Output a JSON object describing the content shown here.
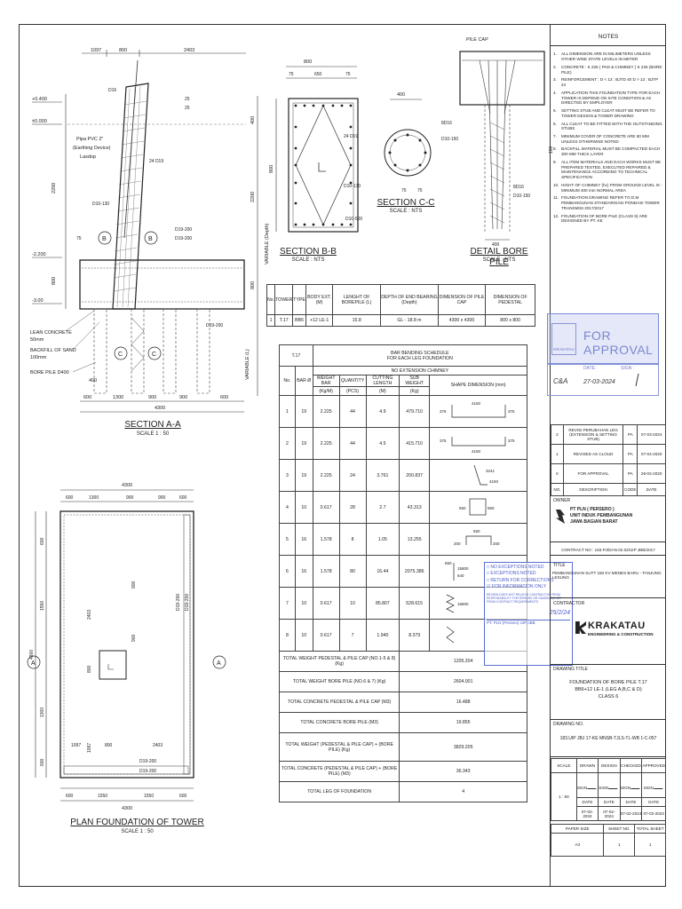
{
  "section_aa": {
    "title": "SECTION A-A",
    "scale": "SCALE 1 : 50",
    "top_dims": [
      "1097",
      "800",
      "2403"
    ],
    "levels": [
      "+0.400",
      "±0.000",
      "-2.200",
      "-3.00"
    ],
    "left_dims": [
      "2200",
      "800"
    ],
    "right_dims": [
      "400",
      "2200",
      "800"
    ],
    "right_labels": [
      "VARIABLE (Depth)",
      "VARIABLE (L)"
    ],
    "bottom_dims": [
      "600",
      "1300",
      "900",
      "900",
      "600"
    ],
    "bottom_total": "4300",
    "bar_small_dim": "400",
    "left_labels": [
      "Pipa PVC 2\"",
      "(Earthing Device)",
      "Lasdop"
    ],
    "callouts": [
      "D16",
      "24 D19",
      "D10-130",
      "D19-200",
      "D19-200",
      "D19-200",
      "25",
      "25",
      "75"
    ],
    "legend": [
      "LEAN CONCRETE",
      "50mm",
      "BACKFILL OF SAND",
      "100mm",
      "BORE PILE D400"
    ],
    "markers": [
      "B",
      "B",
      "C",
      "C"
    ]
  },
  "section_bb": {
    "title": "SECTION B-B",
    "scale": "SCALE : NTS",
    "top_dims": [
      "800",
      "75",
      "650",
      "75"
    ],
    "left_dim": "800",
    "callouts": [
      "24 D19",
      "D10-130",
      "D10-500"
    ]
  },
  "section_cc": {
    "title": "SECTION C-C",
    "scale": "SCALE : NTS",
    "dims": [
      "400",
      "75",
      "75"
    ],
    "callouts": [
      "8D16",
      "D10-150"
    ]
  },
  "detail_bore_pile": {
    "title": "DETAIL BORE PILE",
    "scale": "SCALE : NTS",
    "label_top": "PILE CAP",
    "dims": [
      "100",
      "400"
    ],
    "callouts": [
      "8D16",
      "D10-150"
    ]
  },
  "plan": {
    "title": "PLAN FOUNDATION OF TOWER",
    "scale": "SCALE 1 : 50",
    "top_total": "4300",
    "top_dims": [
      "600",
      "1300",
      "900",
      "900",
      "600"
    ],
    "bottom_dims": [
      "600",
      "1550",
      "1550",
      "600"
    ],
    "bottom_total": "4300",
    "left_dims": [
      "600",
      "1550",
      "1300",
      "600"
    ],
    "left_total": "4300",
    "inner_dims": [
      "2403",
      "800",
      "1097",
      "900",
      "900"
    ],
    "lower_dims": [
      "1097",
      "800",
      "2403"
    ],
    "callouts": [
      "D19-200",
      "D19-200",
      "D19-200",
      "D19-200"
    ],
    "markers": [
      "A",
      "A"
    ]
  },
  "tower_table": {
    "headers": [
      "No.",
      "TOWER",
      "TYPE",
      "BODY EXT. (M)",
      "LENGHT OF BOREPILE (L)",
      "DEPTH OF END BEARING (Depth)",
      "DIMENSION OF PILE CAP",
      "DIMENSION OF PEDESTAL"
    ],
    "rows": [
      [
        "1",
        "T.17",
        "BB6",
        "+12 LE-1",
        "15.8",
        "GL - 18.8 m",
        "4300 x 4300",
        "800 x 800"
      ]
    ]
  },
  "schedule": {
    "tower": "T.17",
    "title1": "BAR BENDING SCHEDULE",
    "title2": "FOR EACH LEG FOUNDATION",
    "title3": "NO EXTENSION CHIMNEY",
    "headers": [
      "No.",
      "BAR Ø",
      "WEIGHT BAR",
      "QUANTITY",
      "CUTTING LENGTH",
      "SUB WEIGHT",
      "SHAPE DIMENSION (mm)"
    ],
    "units": [
      "(Kg/M)",
      "(PCS)",
      "(M)",
      "(Kg)"
    ],
    "rows": [
      [
        "1",
        "19",
        "2.225",
        "44",
        "4.9",
        "479.710"
      ],
      [
        "2",
        "19",
        "2.225",
        "44",
        "4.5",
        "415.710"
      ],
      [
        "3",
        "19",
        "2.225",
        "24",
        "3.761",
        "200.837"
      ],
      [
        "4",
        "10",
        "0.617",
        "28",
        "2.7",
        "43.313"
      ],
      [
        "5",
        "16",
        "1.578",
        "8",
        "1.05",
        "13.255"
      ],
      [
        "6",
        "16",
        "1.578",
        "80",
        "16.44",
        "2075.386"
      ],
      [
        "7",
        "10",
        "0.617",
        "10",
        "85.807",
        "528.615"
      ],
      [
        "8",
        "10",
        "0.617",
        "7",
        "1.940",
        "8.379"
      ]
    ],
    "shape_labels": [
      "4150",
      "375",
      "375",
      "4150",
      "375",
      "375",
      "4150",
      "3241",
      "650",
      "650",
      "650",
      "200",
      "200",
      "650",
      "640",
      "15800",
      "15800"
    ],
    "totals": [
      [
        "TOTAL WEIGHT PEDESTAL & PILE CAP (NO.1-5 & 8) (Kg)",
        "1205.204"
      ],
      [
        "TOTAL WEIGHT BORE PILE (NO.6 & 7) (Kg)",
        "2604.001"
      ],
      [
        "TOTAL CONCRETE PEDESTAL & PILE CAP (M3)",
        "16.488"
      ],
      [
        "TOTAL CONCRETE BORE PILE (M3)",
        "19.855"
      ],
      [
        "TOTAL WEIGHT (PEDESTAL & PILE CAP) + (BORE PILE) (Kg)",
        "3829.205"
      ],
      [
        "TOTAL CONCRETE (PEDESTAL & PILE CAP) + (BORE PILE) (M3)",
        "36.343"
      ],
      [
        "TOTAL LEG OF FOUNDATION",
        "4"
      ]
    ]
  },
  "notes": {
    "title": "NOTES",
    "items": [
      [
        "1.",
        "ALL DIMENSION ARE IN MILIMETERS UNLESS OTHER WISE STATE LEVELS IN METER"
      ],
      [
        "2.",
        "CONCRETE : K 225 ( PAD & CHIMNEY ) K 225 (BORE PILE)"
      ],
      [
        "3.",
        "REINFORCEMENT : D < 13 : BJTD 40  D > 13 : BJTP 24"
      ],
      [
        "4.",
        "APPLICATION THIS FOUNDATION TYPE FOR EACH TOWER IS DEPEND ON SITE CONDITION & AS DIRECTED BY EMPLOYER"
      ],
      [
        "5.",
        "SETTING STUB AND CLEAT MUST BE REFER TO TOWER DESIGN & TOWER DRAWING"
      ],
      [
        "6.",
        "ALL CLEAT TO BE FITTED WITH THE OUTSTANDING STUBS"
      ],
      [
        "7.",
        "MINIMUM COVER OF CONCRETE ARE 50 MM UNLESS OTHERWISE NOTED"
      ],
      [
        "8.",
        "BACKFILL MATERIAL MUST BE COMPACTED EACH 300 MM THICK LAYER"
      ],
      [
        "9.",
        "ALL ITEM MATERIALS AND EACH WORKS MUST BE PREPARED TESTED, EXECUTED REPAIRED & MAINTENANCE ACCORDING TO TECHNICAL SPECIFICATION"
      ],
      [
        "10.",
        "HIGHT OF CHIMNEY (hc) FROM GROUND LEVEL IS - MINIMUM 400 mm NORMAL AREA"
      ],
      [
        "11.",
        "FOUNDATION DRAWING REFER TO D.M PEMBANGUNAN STANDARISASI PONDASI TOWER TRANSMISI 2017/2017"
      ],
      [
        "12.",
        "FOUNDATION OF BORE PILE (CLASS 6) ARE DESIGNED BY PT. KE"
      ]
    ]
  },
  "approval_stamp": {
    "text": "FOR APPROVAL",
    "logo": "KRAKATAU",
    "date_label": "DATE :",
    "sign_label": "SIGN :",
    "initials": "C&A",
    "date": "27-03-2024"
  },
  "revisions": {
    "rows": [
      [
        "2",
        "REVISI PERUBAHAN LEG (EXTENSION & SETTING STUB)",
        "PA",
        "07-03-2024"
      ],
      [
        "1",
        "REVISED AS CLOUD",
        "PA",
        "07-04-2020"
      ],
      [
        "0",
        "FOR APPROVAL",
        "PA",
        "28-02-2020"
      ]
    ],
    "headers": [
      "NO.",
      "DESCRIPTION",
      "CODE",
      "DATE"
    ]
  },
  "owner": {
    "label": "OWNER",
    "company": "PT PLN ( PERSERO )",
    "unit1": "UNIT INDUK PEMBANGUNAN",
    "unit2": "JAWA BAGIAN BARAT"
  },
  "contract": {
    "text": "CONTRACT NO : 183.PJ/DAN.02.02/UIP JBB/2017"
  },
  "project": {
    "label": "TITLE",
    "text": "PEMBANGUNAN SUTT 150 KV MENES BARU - TANJUNG LESUNG"
  },
  "contractor": {
    "label": "CONTRACTOR",
    "name": "KRAKATAU",
    "sub": "ENGINEERING & CONSTRUCTION"
  },
  "review_stamp": {
    "lines": [
      "NO EXCEPTIONS NOTED",
      "EXCEPTIONS NOTED",
      "RETURN FOR CORRECTIONS",
      "FOR INFORMATION ONLY"
    ],
    "date": "25/2/24",
    "fine": "REVIEW DOES NOT RELIEVE CONTRACTOR FROM RESPONSIBILITY FOR ERRORS OR OMISSIONS OR FROM CONTRACT REQUIREMENTS",
    "footer": "PT. PLN (Persero) UIP JBB"
  },
  "drawing_title": {
    "label": "DRAWING TITLE",
    "line1": "FOUNDATION OF BORE PILE T.17",
    "line2": "BB6+12 LE-1 (LEG A,B,C & D)",
    "line3": "CLASS 6"
  },
  "drawing_no": {
    "label": "DRAWING NO.",
    "value": "183.UIP JBJ 17-KE MNSB-TJLS-TL-WB 1-C-057"
  },
  "signoff": {
    "headers": [
      "SCALE",
      "DRAWN",
      "DESIGN",
      "CHECKED",
      "APPROVED"
    ],
    "scale": "1 : 50",
    "sign_label": "SIGN",
    "date_label": "DATE",
    "dates": [
      "07-02-2024",
      "07-02-2024",
      "07-02-2024",
      "07-02-2024"
    ],
    "paper_headers": [
      "PAPER SIZE",
      "SHEET NO.",
      "TOTAL SHEET"
    ],
    "paper": [
      "A3",
      "1",
      "1"
    ]
  }
}
